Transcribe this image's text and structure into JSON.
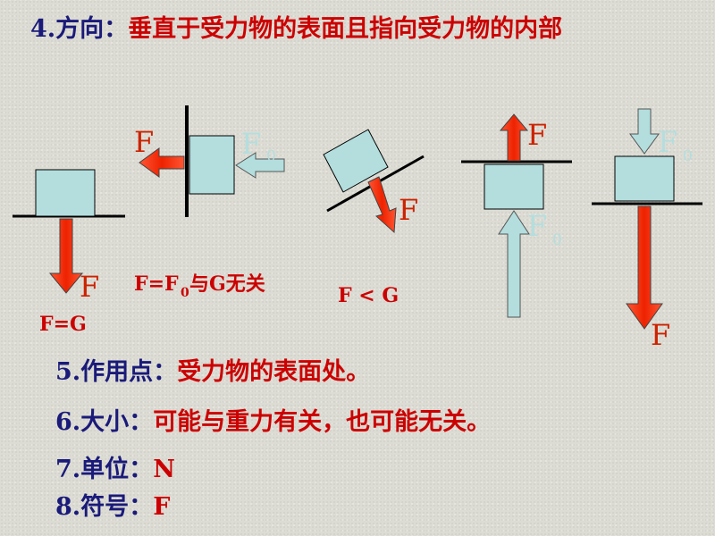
{
  "heading": {
    "label": "4.方向：",
    "value": "垂直于受力物的表面且指向受力物的内部"
  },
  "diagrams": {
    "force_label": "F",
    "pressing_force_label": "F",
    "pressing_force_sub": "0",
    "case1_relation": "F=G",
    "case2_relation_main": "F=F",
    "case2_relation_sub": "0",
    "case2_relation_tail": "与G无关",
    "case3_relation": "F < G",
    "colors": {
      "force_arrow": "#ff3311",
      "applied_arrow": "#b4dede",
      "block": "#b4dede",
      "surface": "#000000"
    }
  },
  "points": [
    {
      "label": "5.作用点：",
      "value": "受力物的表面处。"
    },
    {
      "label": "6.大小：",
      "value": "可能与重力有关，也可能无关。"
    },
    {
      "label": "7.单位：",
      "value": "N"
    },
    {
      "label": "8.符号：",
      "value": "F"
    }
  ]
}
